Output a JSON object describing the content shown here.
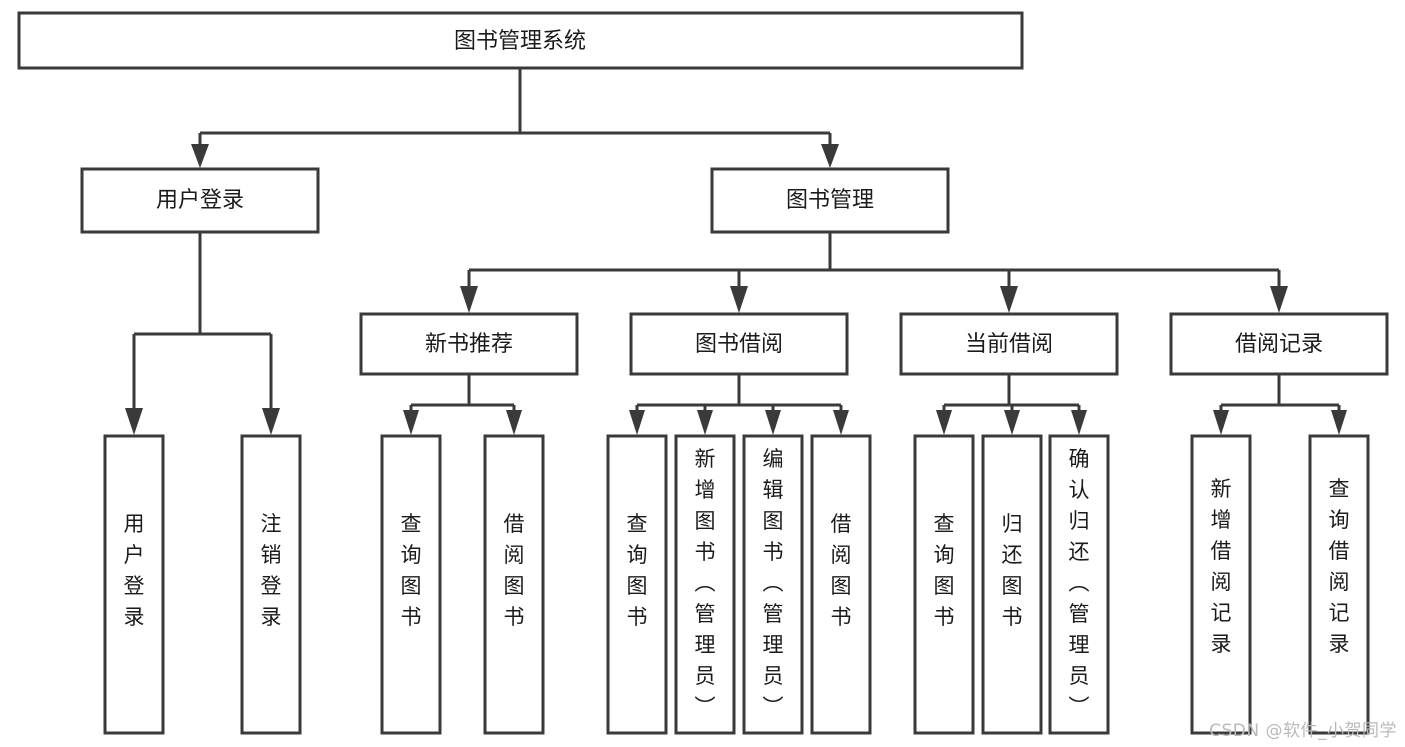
{
  "diagram": {
    "type": "tree",
    "title": "图书管理系统",
    "watermark": "CSDN @软件_小贺同学",
    "colors": {
      "box_stroke": "#3a3a3a",
      "box_fill": "#ffffff",
      "text": "#1b1b1b",
      "background": "#ffffff",
      "watermark": "#b9b9b9"
    },
    "levels": {
      "root": "图书管理系统",
      "level2": [
        "用户登录",
        "图书管理"
      ],
      "level3": [
        "新书推荐",
        "图书借阅",
        "当前借阅",
        "借阅记录"
      ]
    },
    "nodes": {
      "root": {
        "label": "图书管理系统",
        "orientation": "horizontal"
      },
      "user_login": {
        "label": "用户登录",
        "orientation": "horizontal"
      },
      "book_manage": {
        "label": "图书管理",
        "orientation": "horizontal"
      },
      "new_book_rec": {
        "label": "新书推荐",
        "orientation": "horizontal"
      },
      "book_borrow": {
        "label": "图书借阅",
        "orientation": "horizontal"
      },
      "current_borrow": {
        "label": "当前借阅",
        "orientation": "horizontal"
      },
      "borrow_record": {
        "label": "借阅记录",
        "orientation": "horizontal"
      },
      "leaf_user_login": {
        "label": "用户登录",
        "orientation": "vertical"
      },
      "leaf_logout": {
        "label": "注销登录",
        "orientation": "vertical"
      },
      "leaf_query_book_1": {
        "label": "查询图书",
        "orientation": "vertical"
      },
      "leaf_borrow_book_1": {
        "label": "借阅图书",
        "orientation": "vertical"
      },
      "leaf_query_book_2": {
        "label": "查询图书",
        "orientation": "vertical"
      },
      "leaf_add_book": {
        "label": "新增图书（管理员）",
        "orientation": "vertical"
      },
      "leaf_edit_book": {
        "label": "编辑图书（管理员）",
        "orientation": "vertical"
      },
      "leaf_borrow_book_2": {
        "label": "借阅图书",
        "orientation": "vertical"
      },
      "leaf_query_book_3": {
        "label": "查询图书",
        "orientation": "vertical"
      },
      "leaf_return_book": {
        "label": "归还图书",
        "orientation": "vertical"
      },
      "leaf_confirm_return": {
        "label": "确认归还（管理员）",
        "orientation": "vertical"
      },
      "leaf_add_record": {
        "label": "新增借阅记录",
        "orientation": "vertical"
      },
      "leaf_query_record": {
        "label": "查询借阅记录",
        "orientation": "vertical"
      }
    },
    "edges": [
      {
        "from": "root",
        "to": "user_login"
      },
      {
        "from": "root",
        "to": "book_manage"
      },
      {
        "from": "user_login",
        "to": "leaf_user_login"
      },
      {
        "from": "user_login",
        "to": "leaf_logout"
      },
      {
        "from": "book_manage",
        "to": "new_book_rec"
      },
      {
        "from": "book_manage",
        "to": "book_borrow"
      },
      {
        "from": "book_manage",
        "to": "current_borrow"
      },
      {
        "from": "book_manage",
        "to": "borrow_record"
      },
      {
        "from": "new_book_rec",
        "to": "leaf_query_book_1"
      },
      {
        "from": "new_book_rec",
        "to": "leaf_borrow_book_1"
      },
      {
        "from": "book_borrow",
        "to": "leaf_query_book_2"
      },
      {
        "from": "book_borrow",
        "to": "leaf_add_book"
      },
      {
        "from": "book_borrow",
        "to": "leaf_edit_book"
      },
      {
        "from": "book_borrow",
        "to": "leaf_borrow_book_2"
      },
      {
        "from": "current_borrow",
        "to": "leaf_query_book_3"
      },
      {
        "from": "current_borrow",
        "to": "leaf_return_book"
      },
      {
        "from": "current_borrow",
        "to": "leaf_confirm_return"
      },
      {
        "from": "borrow_record",
        "to": "leaf_add_record"
      },
      {
        "from": "borrow_record",
        "to": "leaf_query_record"
      }
    ]
  }
}
